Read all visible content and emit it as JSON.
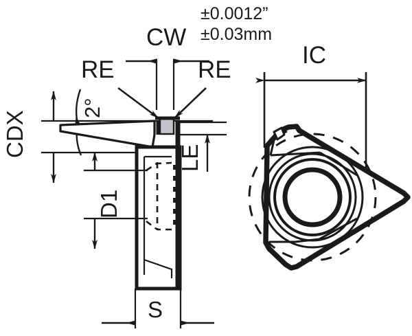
{
  "drawing": {
    "title": "Threading insert dimension drawing",
    "background_color": "#ffffff",
    "line_color": "#1a1a1a",
    "tip_fill_color": "#c4c4c8"
  },
  "tolerance": {
    "inch": "±0.0012”",
    "metric": "±0.03mm"
  },
  "labels": {
    "cdx": "CDX",
    "angle": "2°",
    "re_left": "RE",
    "re_right": "RE",
    "cw": "CW",
    "le": "LE",
    "d1": "D1",
    "s": "S",
    "ic": "IC"
  },
  "views": {
    "side_view_name": "side-profile-view",
    "plan_view_name": "insert-plan-view"
  }
}
